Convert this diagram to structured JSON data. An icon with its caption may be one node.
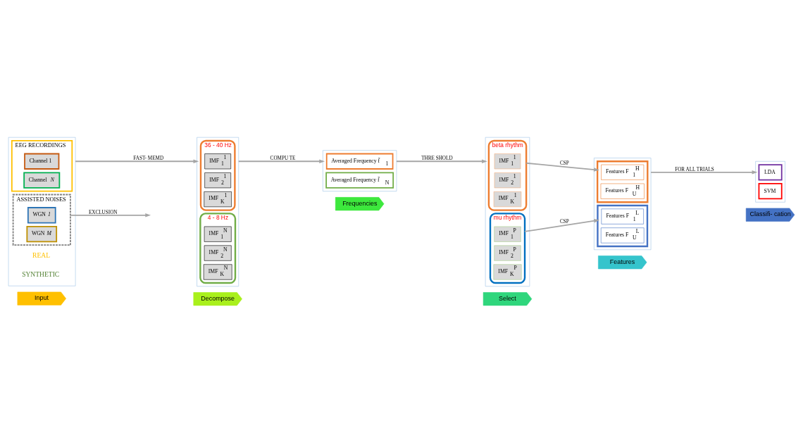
{
  "diagram": {
    "nodes": [
      {
        "text": [
          "Input"
        ]
      },
      {
        "text": [
          "Decompose"
        ]
      },
      {
        "text": [
          "Frequencies"
        ]
      },
      {
        "text": [
          "Select"
        ]
      },
      {
        "text": [
          "Features"
        ]
      },
      {
        "text": [
          "Classifi- cation"
        ]
      },
      {
        "text": [],
        "shape": "box"
      },
      {
        "text": [
          "EEG RECORDINGS"
        ],
        "in": 6
      },
      {
        "text": [
          "Channel 1"
        ],
        "in": 7
      },
      {
        "text": [
          "Channel *N*"
        ],
        "in": 7
      },
      {
        "text": [
          "ASSISTED NOISES"
        ],
        "in": 6
      },
      {
        "text": [
          "WGN *1*"
        ],
        "in": 10
      },
      {
        "text": [
          "WGN *M*"
        ],
        "in": 10
      },
      {
        "text": [],
        "shape": "box"
      },
      {
        "text": [
          "36 - 40 Hz"
        ],
        "in": 13
      },
      {
        "text": [
          "IMF $_{1}$$^{1}$"
        ],
        "in": 14
      },
      {
        "text": [
          "IMF $_{2}$$^{1}$"
        ],
        "in": 14
      },
      {
        "text": [
          "IMF $_{K}$$^{1}$"
        ],
        "in": 14
      },
      {
        "text": [
          "4 - 8 Hz"
        ],
        "in": 13
      },
      {
        "text": [
          "IMF $_{1}$$^{N}$"
        ],
        "in": 18
      },
      {
        "text": [
          "IMF $_{2}$$^{N}$"
        ],
        "in": 18
      },
      {
        "text": [
          "IMF $_{K}$$^{N}$"
        ],
        "in": 18
      },
      {
        "text": [],
        "shape": "box"
      },
      {
        "text": [
          "Averaged Frequency f̄ $_{1}$"
        ],
        "in": 22
      },
      {
        "text": [
          "Averaged Frequency f̄ $_{N}$"
        ],
        "in": 22
      },
      {
        "text": [],
        "shape": "box"
      },
      {
        "text": [
          "beta rhythm"
        ],
        "in": 25
      },
      {
        "text": [
          "IMF $_{1}$$^{1}$"
        ],
        "in": 26
      },
      {
        "text": [
          "IMF $_{2}$$^{1}$"
        ],
        "in": 26
      },
      {
        "text": [
          "IMF $_{K}$$^{1}$"
        ],
        "in": 26
      },
      {
        "text": [
          "mu rhythm"
        ],
        "in": 25
      },
      {
        "text": [
          "IMF $_{1}$$^{P}$"
        ],
        "in": 30
      },
      {
        "text": [
          "IMF $_{2}$$^{P}$"
        ],
        "in": 30
      },
      {
        "text": [
          "IMF $_{K}$$^{P}$"
        ],
        "in": 30
      },
      {
        "text": [],
        "shape": "box"
      },
      {
        "text": [],
        "shape": "box",
        "in": 34
      },
      {
        "text": [
          "Features F $_{1}$$^{H}$"
        ],
        "in": 35
      },
      {
        "text": [
          "Features F $_{U}$$^{H}$"
        ],
        "in": 35
      },
      {
        "text": [],
        "shape": "box",
        "in": 34
      },
      {
        "text": [
          "Features F $_{1}$$^{L}$"
        ],
        "in": 38
      },
      {
        "text": [
          "Features F $_{U}$$^{L}$"
        ],
        "in": 38
      },
      {
        "text": [],
        "shape": "box"
      },
      {
        "text": [
          "LDA"
        ],
        "in": 41
      },
      {
        "text": [
          "SVM"
        ],
        "in": 41
      }
    ],
    "edges": [
      {
        "from": 6,
        "to": 13,
        "arrow": "to",
        "label": "FAST- MEMD"
      },
      {
        "from": 10,
        "to": null,
        "arrow": "to",
        "label": "EXCLUSION"
      },
      {
        "from": 13,
        "to": 22,
        "arrow": "to",
        "label": "COMPU TE"
      },
      {
        "from": 22,
        "to": 25,
        "arrow": "to",
        "label": "THRE SHOLD"
      },
      {
        "from": 26,
        "to": 35,
        "arrow": "to",
        "label": "CSP"
      },
      {
        "from": 30,
        "to": 38,
        "arrow": "to",
        "label": "CSP"
      },
      {
        "from": 34,
        "to": 41,
        "arrow": "to",
        "label": "FOR ALL TRIALS"
      }
    ],
    "labels": [
      "REAL",
      "SYNTHETIC"
    ]
  }
}
